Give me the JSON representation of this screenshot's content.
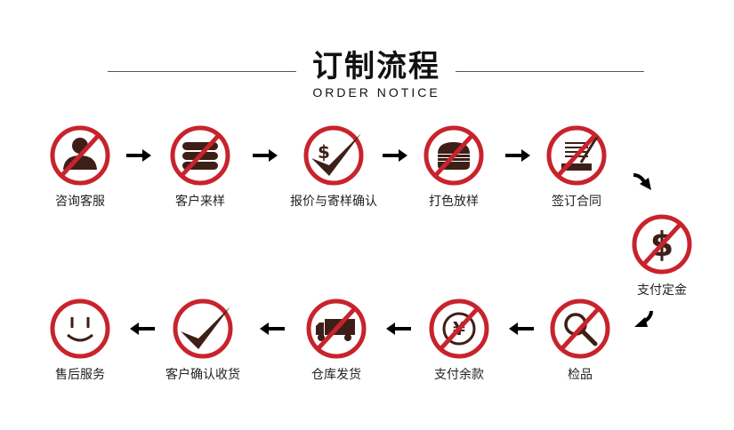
{
  "header": {
    "title": "订制流程",
    "subtitle": "ORDER NOTICE"
  },
  "colors": {
    "ring": "#c8232c",
    "icon": "#3d1f17",
    "arrow": "#000000"
  },
  "steps": [
    {
      "label": "咨询客服",
      "icon": "person-icon"
    },
    {
      "label": "客户来样",
      "icon": "stack-icon"
    },
    {
      "label": "报价与寄样确认",
      "icon": "dollar-check-icon"
    },
    {
      "label": "打色放样",
      "icon": "burger-icon"
    },
    {
      "label": "签订合同",
      "icon": "contract-pen-icon"
    },
    {
      "label": "支付定金",
      "icon": "dollar-icon"
    },
    {
      "label": "检品",
      "icon": "magnifier-icon"
    },
    {
      "label": "支付余款",
      "icon": "yen-icon"
    },
    {
      "label": "仓库发货",
      "icon": "truck-icon"
    },
    {
      "label": "客户确认收货",
      "icon": "checkmark-icon"
    },
    {
      "label": "售后服务",
      "icon": "smiley-icon"
    }
  ]
}
